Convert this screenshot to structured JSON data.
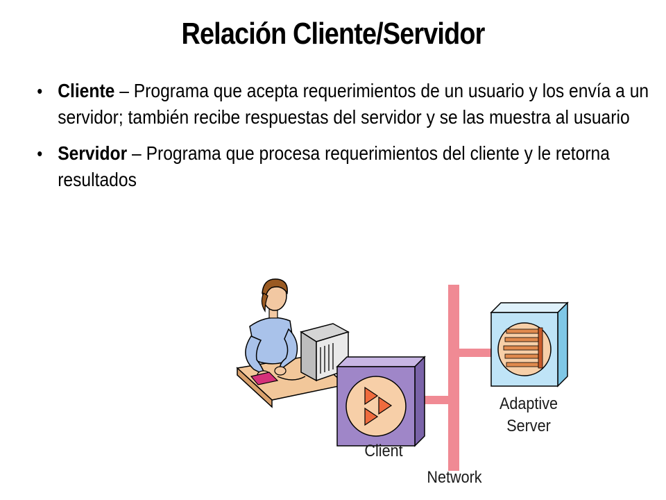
{
  "slide": {
    "title": "Relación Cliente/Servidor",
    "bullets": [
      {
        "term": "Cliente",
        "text": " – Programa que acepta requerimientos de un usuario y los envía a un servidor; también recibe respuestas del servidor y se las muestra al usuario"
      },
      {
        "term": "Servidor",
        "text": " – Programa que procesa requerimientos del cliente y le retorna resultados"
      }
    ],
    "bullet_symbol": "•"
  },
  "diagram": {
    "client_label": "Client",
    "network_label": "Network",
    "server_label_line1": "Adaptive",
    "server_label_line2": "Server",
    "colors": {
      "network": "#f08a94",
      "client_box": "#9f86c8",
      "server_box": "#bfe4f7",
      "server_rim": "#7fc7e6",
      "sphere": "#f7cfa8",
      "arrow": "#ef6b3d"
    },
    "icons": [
      "person-at-computer-icon",
      "client-app-icon",
      "adaptive-server-icon"
    ]
  }
}
